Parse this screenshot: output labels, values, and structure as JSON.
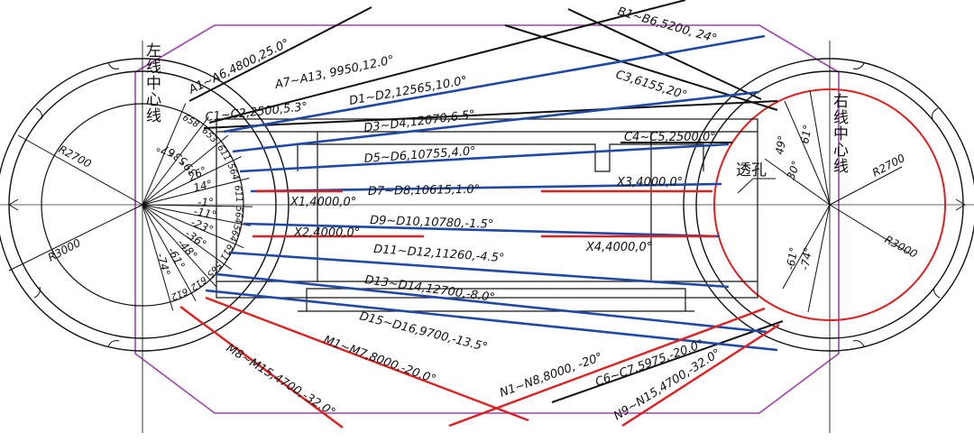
{
  "labels": {
    "left_axis": "左线中心线",
    "right_axis": "右线中心线",
    "hole": "透孔",
    "r_left_upper": "R2700",
    "r_left_lower": "R3000",
    "r_right_upper": "R2700",
    "r_right_lower": "R3000"
  },
  "angles_left": [
    "67",
    "53",
    "39",
    "26",
    "14",
    "-1",
    "-11",
    "-23",
    "-36",
    "-48",
    "-61",
    "-74"
  ],
  "angles_right": [
    "49",
    "61",
    "30",
    "-61",
    "-74"
  ],
  "spacings_left": [
    "658",
    "653",
    "611",
    "564",
    "611",
    "564",
    "564",
    "611",
    "565",
    "612",
    "612"
  ],
  "groups": [
    {
      "id": "A1",
      "text": "A1~A6,4800,25.0°"
    },
    {
      "id": "A7",
      "text": "A7~A13, 9950,12.0°"
    },
    {
      "id": "B1",
      "text": "B1~B6,5200, 24°"
    },
    {
      "id": "C1",
      "text": "C1~C2,2500,5.3°"
    },
    {
      "id": "C3",
      "text": "C3,6155,20°"
    },
    {
      "id": "C4",
      "text": "C4~C5,2500,0°"
    },
    {
      "id": "C6",
      "text": "C6~C7,5975,-20.0°"
    },
    {
      "id": "D1",
      "text": "D1~D2,12565,10.0°"
    },
    {
      "id": "D3",
      "text": "D3~D4,12070,6.5°"
    },
    {
      "id": "D5",
      "text": "D5~D6,10755,4.0°"
    },
    {
      "id": "D7",
      "text": "D7~D8,10615,1.0°"
    },
    {
      "id": "D9",
      "text": "D9~D10,10780,-1.5°"
    },
    {
      "id": "D11",
      "text": "D11~D12,11260,-4.5°"
    },
    {
      "id": "D13",
      "text": "D13~D14,12700,-8.0°"
    },
    {
      "id": "D15",
      "text": "D15~D16,9700,-13.5°"
    },
    {
      "id": "M1",
      "text": "M1~M7,8000,-20.0°"
    },
    {
      "id": "M8",
      "text": "M8~M15,4700,-32.0°"
    },
    {
      "id": "N1",
      "text": "N1~N8,8000, -20°"
    },
    {
      "id": "N9",
      "text": "N9~N15,4700,-32.0°"
    },
    {
      "id": "X1",
      "text": "X1,4000,0°"
    },
    {
      "id": "X2",
      "text": "X2,4000,0°"
    },
    {
      "id": "X3",
      "text": "X3,4000,0°"
    },
    {
      "id": "X4",
      "text": "X4,4000,0°"
    }
  ],
  "colors": {
    "black": "#111111",
    "blue": "#1f48a8",
    "red": "#e02020",
    "purple": "#a040b0",
    "gray": "#444444"
  }
}
